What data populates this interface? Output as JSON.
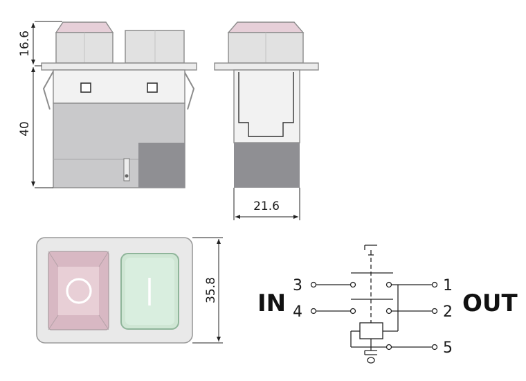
{
  "dimensions": {
    "cap_height": "16.6",
    "body_height": "40",
    "depth": "21.6",
    "face_height": "35.8"
  },
  "schematic": {
    "in_label": "IN",
    "out_label": "OUT",
    "pins": {
      "p1": "1",
      "p2": "2",
      "p3": "3",
      "p4": "4",
      "p5": "5"
    }
  },
  "face": {
    "off_symbol": "O",
    "on_symbol": "I"
  },
  "colors": {
    "stop_button": "#e8cfd6",
    "start_button": "#d7ecdc",
    "housing_light": "#e2e2e2",
    "housing_mid": "#c8c8c8",
    "housing_dark": "#8f8f93"
  }
}
